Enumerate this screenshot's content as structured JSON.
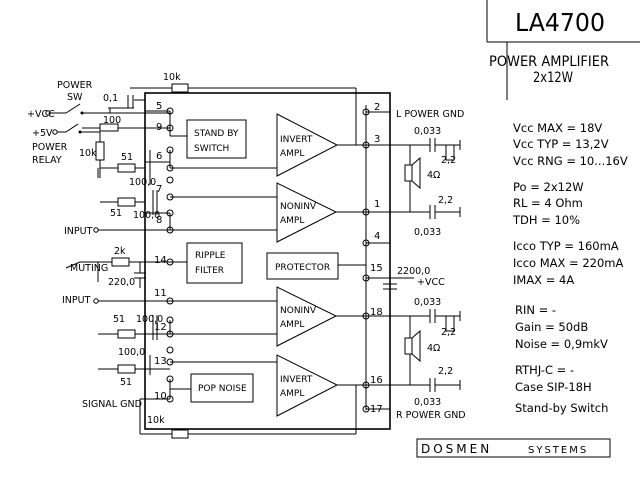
{
  "title": "LA4700",
  "subtitle": "POWER AMPLIFIER",
  "config": "2x12W",
  "brand": {
    "left": "DOSMEN",
    "right": "SYSTEMS"
  },
  "specs": [
    "Vcc MAX = 18V",
    "Vcc TYP = 13,2V",
    "Vcc RNG = 10...16V",
    "Po = 2x12W",
    "RL = 4 Ohm",
    "TDH = 10%",
    "Icco TYP = 160mA",
    "Icco MAX = 220mA",
    "IMAX = 4A",
    "RIN = -",
    "Gain = 50dB",
    "Noise = 0,9mkV",
    "RTHJ-C = -",
    "Case SIP-18H",
    "Stand-by Switch"
  ],
  "blocks": {
    "standby": [
      "STAND BY",
      "SWITCH"
    ],
    "ripple": [
      "RIPPLE",
      "FILTER"
    ],
    "protector": "PROTECTOR",
    "popnoise": "POP NOISE",
    "amp1": [
      "INVERT",
      "AMPL"
    ],
    "amp2": [
      "NONINV",
      "AMPL"
    ],
    "amp3": [
      "NONINV",
      "AMPL"
    ],
    "amp4": [
      "INVERT",
      "AMPL"
    ]
  },
  "pins": {
    "p1": "1",
    "p2": "2",
    "p3": "3",
    "p4": "4",
    "p5": "5",
    "p6": "6",
    "p7": "7",
    "p8": "8",
    "p9": "9",
    "p10": "10",
    "p11": "11",
    "p12": "12",
    "p13": "13",
    "p14": "14",
    "p15": "15",
    "p16": "16",
    "p17": "17",
    "p18": "18"
  },
  "labels": {
    "power_sw": "POWER",
    "sw": "SW",
    "vcc_in": "+VCC",
    "plus5v": "+5V",
    "power_relay_1": "POWER",
    "power_relay_2": "RELAY",
    "input_top": "INPUT",
    "input_bottom": "INPUT",
    "muting": "MUTING",
    "signal_gnd": "SIGNAL GND",
    "l_power_gnd": "L POWER GND",
    "r_power_gnd": "R POWER GND",
    "vcc_out": "+VCC"
  },
  "components": {
    "r_top": "10k",
    "r_bottom": "10k",
    "c_0_1": "0,1",
    "r_100": "100",
    "r_10k_relay": "10k",
    "r51_a": "51",
    "c100_a": "100,0",
    "r51_b": "51",
    "c100_b": "100,0",
    "r_2k": "2k",
    "c220": "220,0",
    "r51_c": "51",
    "c100_c": "100,0",
    "c100_d": "100,0",
    "r51_d": "51",
    "c033_1": "0,033",
    "r22_1": "2,2",
    "spk1": "4Ω",
    "r22_2": "2,2",
    "c033_2": "0,033",
    "c2200": "2200,0",
    "c033_3": "0,033",
    "r22_3": "2,2",
    "spk2": "4Ω",
    "r22_4": "2,2",
    "c033_4": "0,033"
  }
}
